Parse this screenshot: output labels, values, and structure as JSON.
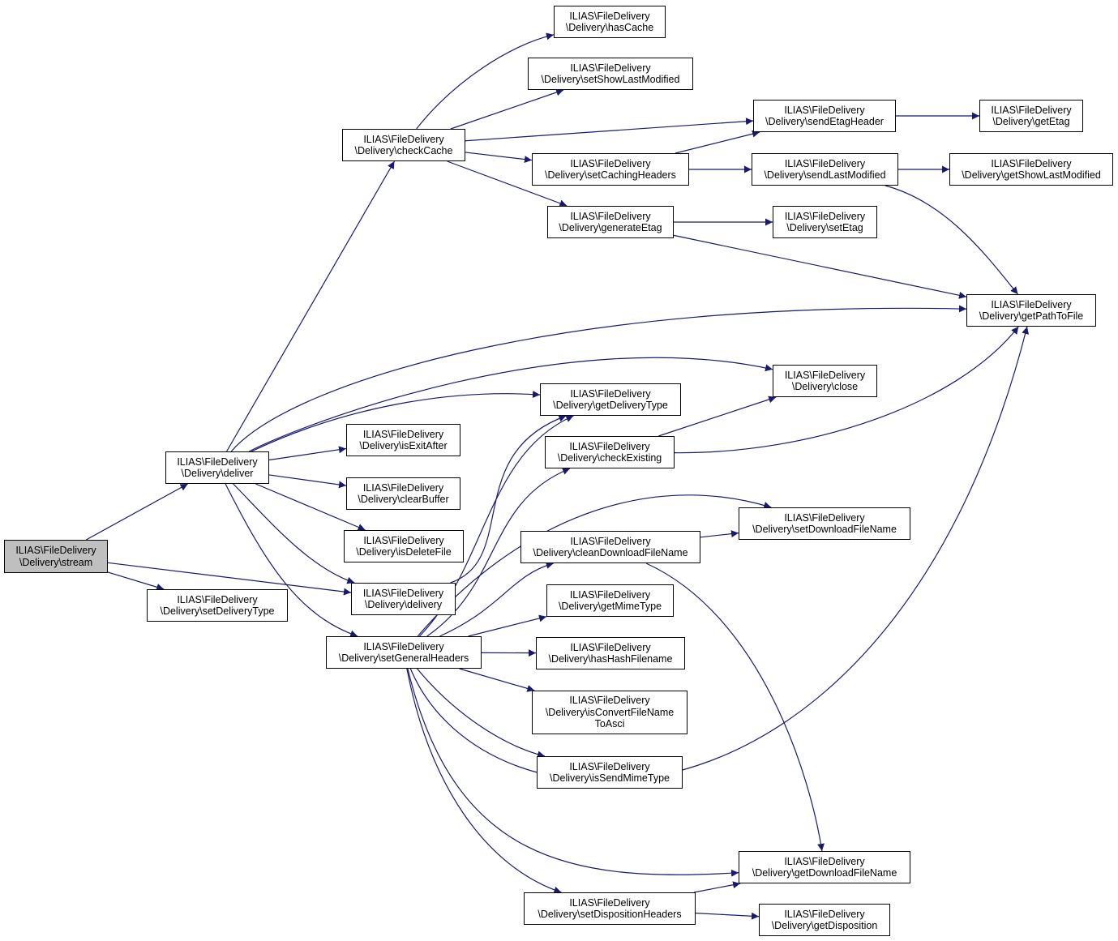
{
  "nodes": [
    {
      "id": "stream",
      "label": "ILIAS\\FileDelivery\n\\Delivery\\stream",
      "highlight": true
    },
    {
      "id": "deliver",
      "label": "ILIAS\\FileDelivery\n\\Delivery\\deliver"
    },
    {
      "id": "setDeliveryType",
      "label": "ILIAS\\FileDelivery\n\\Delivery\\setDeliveryType"
    },
    {
      "id": "checkCache",
      "label": "ILIAS\\FileDelivery\n\\Delivery\\checkCache"
    },
    {
      "id": "hasCache",
      "label": "ILIAS\\FileDelivery\n\\Delivery\\hasCache"
    },
    {
      "id": "setShowLastModified",
      "label": "ILIAS\\FileDelivery\n\\Delivery\\setShowLastModified"
    },
    {
      "id": "sendEtagHeader",
      "label": "ILIAS\\FileDelivery\n\\Delivery\\sendEtagHeader"
    },
    {
      "id": "getEtag",
      "label": "ILIAS\\FileDelivery\n\\Delivery\\getEtag"
    },
    {
      "id": "setCachingHeaders",
      "label": "ILIAS\\FileDelivery\n\\Delivery\\setCachingHeaders"
    },
    {
      "id": "sendLastModified",
      "label": "ILIAS\\FileDelivery\n\\Delivery\\sendLastModified"
    },
    {
      "id": "getShowLastModified",
      "label": "ILIAS\\FileDelivery\n\\Delivery\\getShowLastModified"
    },
    {
      "id": "generateEtag",
      "label": "ILIAS\\FileDelivery\n\\Delivery\\generateEtag"
    },
    {
      "id": "setEtag",
      "label": "ILIAS\\FileDelivery\n\\Delivery\\setEtag"
    },
    {
      "id": "getPathToFile",
      "label": "ILIAS\\FileDelivery\n\\Delivery\\getPathToFile"
    },
    {
      "id": "close",
      "label": "ILIAS\\FileDelivery\n\\Delivery\\close"
    },
    {
      "id": "getDeliveryType",
      "label": "ILIAS\\FileDelivery\n\\Delivery\\getDeliveryType"
    },
    {
      "id": "isExitAfter",
      "label": "ILIAS\\FileDelivery\n\\Delivery\\isExitAfter"
    },
    {
      "id": "checkExisting",
      "label": "ILIAS\\FileDelivery\n\\Delivery\\checkExisting"
    },
    {
      "id": "clearBuffer",
      "label": "ILIAS\\FileDelivery\n\\Delivery\\clearBuffer"
    },
    {
      "id": "setDownloadFileName",
      "label": "ILIAS\\FileDelivery\n\\Delivery\\setDownloadFileName"
    },
    {
      "id": "isDeleteFile",
      "label": "ILIAS\\FileDelivery\n\\Delivery\\isDeleteFile"
    },
    {
      "id": "cleanDownloadFileName",
      "label": "ILIAS\\FileDelivery\n\\Delivery\\cleanDownloadFileName"
    },
    {
      "id": "delivery",
      "label": "ILIAS\\FileDelivery\n\\Delivery\\delivery"
    },
    {
      "id": "getMimeType",
      "label": "ILIAS\\FileDelivery\n\\Delivery\\getMimeType"
    },
    {
      "id": "setGeneralHeaders",
      "label": "ILIAS\\FileDelivery\n\\Delivery\\setGeneralHeaders"
    },
    {
      "id": "hasHashFilename",
      "label": "ILIAS\\FileDelivery\n\\Delivery\\hasHashFilename"
    },
    {
      "id": "isConvertFileNameToAsci",
      "label": "ILIAS\\FileDelivery\n\\Delivery\\isConvertFileName\nToAsci"
    },
    {
      "id": "isSendMimeType",
      "label": "ILIAS\\FileDelivery\n\\Delivery\\isSendMimeType"
    },
    {
      "id": "getDownloadFileName",
      "label": "ILIAS\\FileDelivery\n\\Delivery\\getDownloadFileName"
    },
    {
      "id": "setDispositionHeaders",
      "label": "ILIAS\\FileDelivery\n\\Delivery\\setDispositionHeaders"
    },
    {
      "id": "getDisposition",
      "label": "ILIAS\\FileDelivery\n\\Delivery\\getDisposition"
    }
  ],
  "edges": [
    [
      "stream",
      "deliver"
    ],
    [
      "stream",
      "setDeliveryType"
    ],
    [
      "stream",
      "delivery"
    ],
    [
      "deliver",
      "checkCache"
    ],
    [
      "deliver",
      "getPathToFile"
    ],
    [
      "deliver",
      "close"
    ],
    [
      "deliver",
      "getDeliveryType"
    ],
    [
      "deliver",
      "isExitAfter"
    ],
    [
      "deliver",
      "clearBuffer"
    ],
    [
      "deliver",
      "isDeleteFile"
    ],
    [
      "deliver",
      "delivery"
    ],
    [
      "deliver",
      "setGeneralHeaders"
    ],
    [
      "checkCache",
      "hasCache"
    ],
    [
      "checkCache",
      "setShowLastModified"
    ],
    [
      "checkCache",
      "sendEtagHeader"
    ],
    [
      "checkCache",
      "setCachingHeaders"
    ],
    [
      "checkCache",
      "generateEtag"
    ],
    [
      "sendEtagHeader",
      "getEtag"
    ],
    [
      "setCachingHeaders",
      "sendEtagHeader"
    ],
    [
      "setCachingHeaders",
      "sendLastModified"
    ],
    [
      "sendLastModified",
      "getShowLastModified"
    ],
    [
      "sendLastModified",
      "getPathToFile"
    ],
    [
      "generateEtag",
      "setEtag"
    ],
    [
      "generateEtag",
      "getPathToFile"
    ],
    [
      "delivery",
      "getDeliveryType"
    ],
    [
      "setGeneralHeaders",
      "getDeliveryType"
    ],
    [
      "setGeneralHeaders",
      "checkExisting"
    ],
    [
      "setGeneralHeaders",
      "setDownloadFileName"
    ],
    [
      "setGeneralHeaders",
      "cleanDownloadFileName"
    ],
    [
      "setGeneralHeaders",
      "getMimeType"
    ],
    [
      "setGeneralHeaders",
      "hasHashFilename"
    ],
    [
      "setGeneralHeaders",
      "isConvertFileNameToAsci"
    ],
    [
      "setGeneralHeaders",
      "isSendMimeType"
    ],
    [
      "setGeneralHeaders",
      "getPathToFile"
    ],
    [
      "setGeneralHeaders",
      "getDownloadFileName"
    ],
    [
      "setGeneralHeaders",
      "setDispositionHeaders"
    ],
    [
      "checkExisting",
      "close"
    ],
    [
      "checkExisting",
      "getPathToFile"
    ],
    [
      "cleanDownloadFileName",
      "setDownloadFileName"
    ],
    [
      "cleanDownloadFileName",
      "getDownloadFileName"
    ],
    [
      "setDispositionHeaders",
      "getDownloadFileName"
    ],
    [
      "setDispositionHeaders",
      "getDisposition"
    ]
  ],
  "colors": {
    "edge": "#191970",
    "node_border": "#000000",
    "highlight_fill": "#bfbfbf"
  }
}
